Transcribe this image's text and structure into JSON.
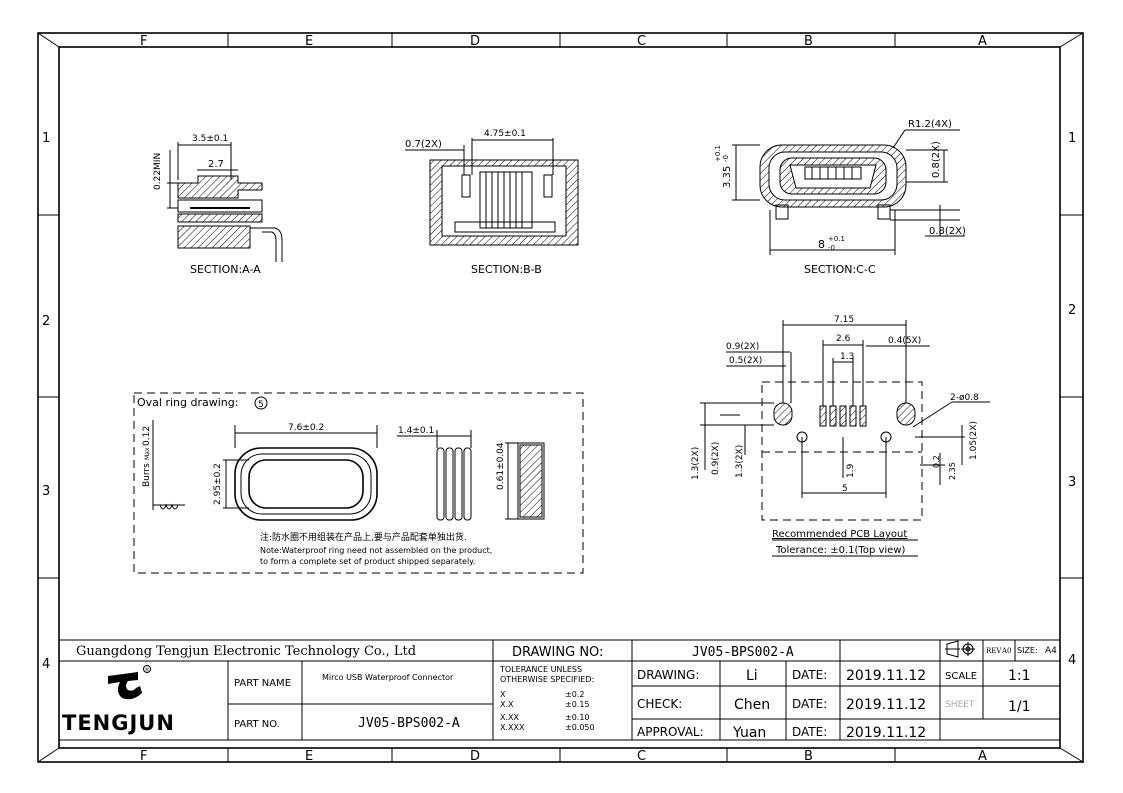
{
  "frame": {
    "columns": [
      "F",
      "E",
      "D",
      "C",
      "B",
      "A"
    ],
    "rows": [
      "1",
      "2",
      "3",
      "4"
    ]
  },
  "views": {
    "section_aa": {
      "caption": "SECTION:A-A",
      "dims": [
        "3.5±0.1",
        "2.7",
        "0.22MIN"
      ]
    },
    "section_bb": {
      "caption": "SECTION:B-B",
      "dims": [
        "0.7(2X)",
        "4.75±0.1"
      ]
    },
    "section_cc": {
      "caption": "SECTION:C-C",
      "dims": [
        "R1.2(4X)",
        "0.8(2X)",
        "0.8(2X)",
        "3.35",
        "+0.1",
        "-0",
        "8",
        "+0.1",
        "-0"
      ]
    },
    "oval_ring": {
      "title": "Oval ring drawing:",
      "circled_number": "5",
      "dims": [
        "7.6±0.2",
        "1.4±0.1",
        "2.95±0.2",
        "0.61±0.04",
        "Burrs",
        "Max",
        "0.12"
      ],
      "note_cn": "注:防水圈不用组装在产品上,要与产品配套单独出货.",
      "note_en_1": "Note:Waterproof ring need not assembled on the product,",
      "note_en_2": "to form a complete set of product shipped separately."
    },
    "pcb_layout": {
      "caption": "Recommended PCB Layout",
      "tolerance": "Tolerance: ±0.1(Top view)",
      "dims": [
        "7.15",
        "2.6",
        "0.4(5X)",
        "1.3",
        "0.9(2X)",
        "0.5(2X)",
        "2-ø0.8",
        "1.3(2X)",
        "0.9(2X)",
        "1.3(2X)",
        "1.9",
        "5",
        "0.2",
        "2.35",
        "1.05(2X)"
      ]
    }
  },
  "title_block": {
    "company": "Guangdong Tengjun Electronic Technology Co., Ltd",
    "drawing_no_label": "DRAWING NO:",
    "drawing_no": "JV05-BPS002-A",
    "logo_text": "TENGJUN",
    "logo_mark": "®",
    "part_name_label": "PART NAME",
    "part_name": "Mirco USB Waterproof Connector",
    "part_no_label": "PART NO.",
    "part_no": "JV05-BPS002-A",
    "tolerance_title_1": "TOLERANCE UNLESS",
    "tolerance_title_2": "OTHERWISE SPECIFIED:",
    "tolerances": [
      {
        "k": "X",
        "v": "±0.2"
      },
      {
        "k": "X.X",
        "v": "±0.15"
      },
      {
        "k": "X.XX",
        "v": "±0.10"
      },
      {
        "k": "X.XXX",
        "v": "±0.050"
      }
    ],
    "drawing_label": "DRAWING:",
    "drawing_by": "Li",
    "check_label": "CHECK:",
    "check_by": "Chen",
    "approval_label": "APPROVAL:",
    "approval_by": "Yuan",
    "date_label": "DATE:",
    "dates": [
      "2019.11.12",
      "2019.11.12",
      "2019.11.12"
    ],
    "rev_label": "REV",
    "rev": "A0",
    "size_label": "SIZE:",
    "size": "A4",
    "scale_label": "SCALE",
    "scale": "1:1",
    "sheet_label": "SHEET",
    "sheet": "1/1"
  }
}
